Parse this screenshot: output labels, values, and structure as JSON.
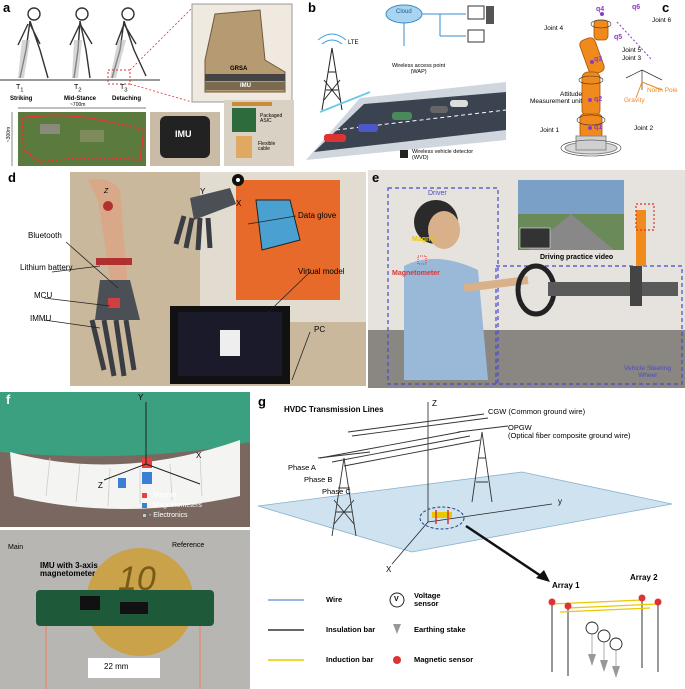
{
  "panels": {
    "a": {
      "label": "a",
      "phases": [
        {
          "name": "T",
          "sub": "1",
          "caption": "Striking"
        },
        {
          "name": "T",
          "sub": "2",
          "caption": "Mid-Stance"
        },
        {
          "name": "T",
          "sub": "3",
          "caption": "Detaching"
        }
      ],
      "boot_labels": [
        "GRSA",
        "IMU"
      ],
      "map_width": "~700m",
      "map_height": "~300m",
      "imu_label": "IMU",
      "board_labels": [
        "Packaged\nASIC",
        "Flexible\ncable"
      ]
    },
    "b": {
      "label": "b",
      "cloud": "Cloud",
      "lte": "LTE",
      "wap": "Wireless access point\n(WAP)",
      "wvd": "Wireless vehicle detector\n(WVD)"
    },
    "c": {
      "label": "c",
      "joints": [
        "Joint 4",
        "Joint 6",
        "Joint 5",
        "Joint 3",
        "Joint 1",
        "Joint 2"
      ],
      "qs": [
        "q4",
        "q6",
        "q5",
        "q3",
        "q2",
        "q1"
      ],
      "amu": "Attitude\nMeasurement unit",
      "gravity": "Gravity",
      "north_pole": "North Pole"
    },
    "d": {
      "label": "d",
      "left_labels": [
        "Bluetooth",
        "Lithium battery",
        "MCU",
        "IMMU"
      ],
      "right_labels": [
        "Data glove",
        "Virtual model",
        "PC"
      ],
      "axes": [
        "Z",
        "Y",
        "X"
      ]
    },
    "e": {
      "label": "e",
      "driver": "Driver",
      "magnet": "Magnet",
      "magnetometer": "Magnetometer",
      "video": "Driving practice video",
      "wheel": "Vehicle Steering\nWheel"
    },
    "f": {
      "label": "f",
      "axes": [
        "Y",
        "X",
        "Z"
      ],
      "legend": [
        "- Magnet",
        "- Magnetometers",
        "- Electronics"
      ],
      "legend_colors": [
        "#e8403a",
        "#3a7fd6",
        "#c8c8c8"
      ],
      "main": "Main",
      "reference": "Reference",
      "imu": "IMU with 3-axis\nmagnetometer",
      "scale": "22 mm",
      "coin": "10"
    },
    "g": {
      "label": "g",
      "title": "HVDC Transmission Lines",
      "z": "Z",
      "y": "y",
      "x": "X",
      "cgw": "CGW (Common ground wire)",
      "opgw": "OPGW\n(Optical fiber composite ground wire)",
      "phases": [
        "Phase A",
        "Phase B",
        "Phase C"
      ],
      "legend": [
        {
          "label": "Wire",
          "symbol": "blue-line"
        },
        {
          "label": "Voltage\nsensor",
          "symbol": "v-circle"
        },
        {
          "label": "Insulation bar",
          "symbol": "black-line"
        },
        {
          "label": "Earthing stake",
          "symbol": "triangle"
        },
        {
          "label": "Induction bar",
          "symbol": "yellow-line"
        },
        {
          "label": "Magnetic sensor",
          "symbol": "red-dot"
        }
      ],
      "arrays": [
        "Array 1",
        "Array 2"
      ],
      "v": "V"
    }
  }
}
